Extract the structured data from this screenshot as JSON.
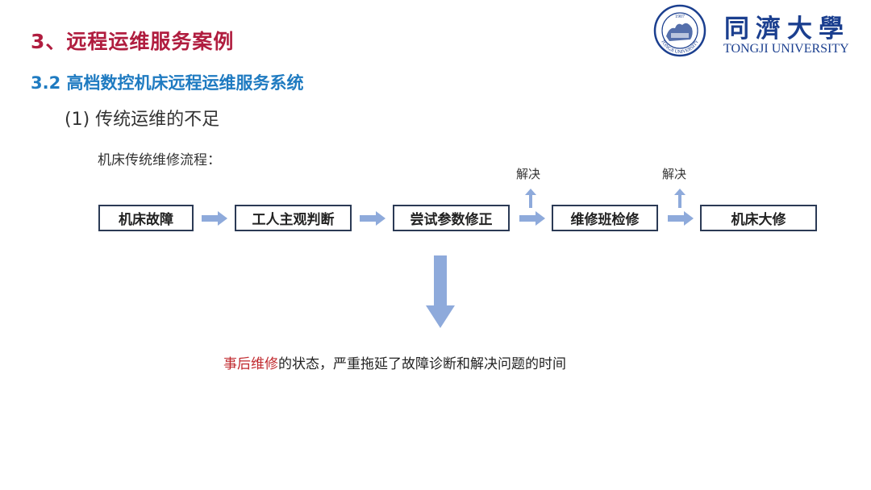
{
  "header": {
    "title": "3、远程运维服务案例",
    "subtitle": "3.2 高档数控机床远程运维服务系统",
    "logo": {
      "name_cn": "同濟大學",
      "name_en": "TONGJI UNIVERSITY",
      "seal_text": "TONGJI UNIVERSITY",
      "seal_year": "1907",
      "color": "#1b3f8f"
    }
  },
  "section": {
    "heading": "(1) 传统运维的不足",
    "flow_label": "机床传统维修流程："
  },
  "flow": {
    "steps": [
      "机床故障",
      "工人主观判断",
      "尝试参数修正",
      "维修班检修",
      "机床大修"
    ],
    "resolve_label": "解决",
    "resolve_label_2": "解决",
    "arrow_color": "#8eaadb",
    "box_border_color": "#2b3a55"
  },
  "conclusion": {
    "highlight": "事后维修",
    "rest": "的状态，严重拖延了故障诊断和解决问题的时间",
    "highlight_color": "#c0282d"
  },
  "colors": {
    "title": "#b01d3f",
    "subtitle": "#1f7bc1"
  }
}
